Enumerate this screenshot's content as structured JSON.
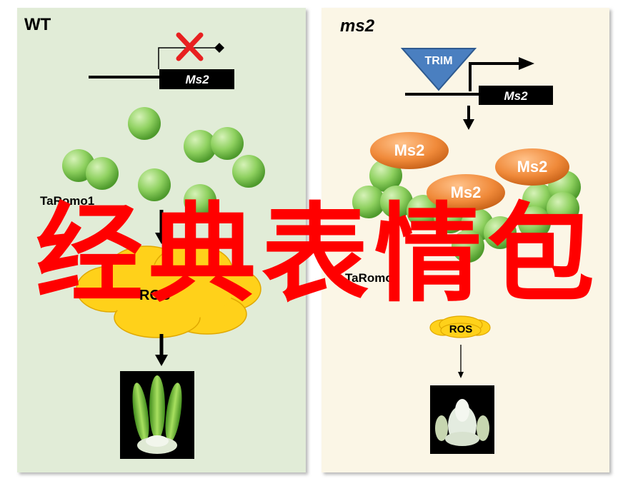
{
  "wt_panel": {
    "title": "WT",
    "gene_label": "Ms2",
    "protein_label": "TaRomo1",
    "ros_label": "ROS"
  },
  "ms2_panel": {
    "title": "ms2",
    "insertion_label": "TRIM",
    "gene_label": "Ms2",
    "ms2_protein_labels": [
      "Ms2",
      "Ms2",
      "Ms2"
    ],
    "protein_label": "TaRomo1",
    "ros_label": "ROS"
  },
  "overlay_text": "经典表情包",
  "colors": {
    "wt_background": "#e1ecd7",
    "ms2_background": "#fbf6e6",
    "green_protein": "#7ec850",
    "ms2_protein": "#f08a3a",
    "ros_cloud": "#ffd11a",
    "trim_triangle": "#4a7fc0",
    "overlay_text": "#ff0000",
    "cross": "#e82020"
  }
}
